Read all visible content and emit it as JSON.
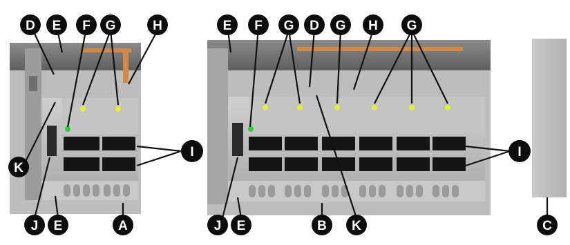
{
  "figure": {
    "background": "#ffffff",
    "housing_color": "#b9b9b9",
    "terminal_color": "#161616",
    "led_color": "#e6ef2a",
    "status_led_color": "#2bd13a",
    "copper_color": "#d28a42"
  },
  "callouts": {
    "A": "A",
    "B": "B",
    "C": "C",
    "D": "D",
    "E": "E",
    "F": "F",
    "G": "G",
    "H": "H",
    "I": "I",
    "J": "J",
    "K": "K"
  }
}
